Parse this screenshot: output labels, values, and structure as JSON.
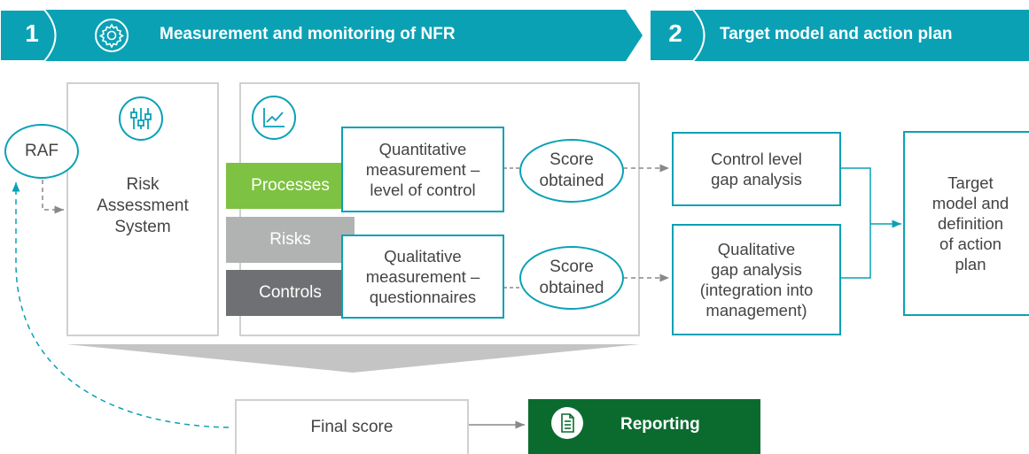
{
  "colors": {
    "teal": "#0aa1b5",
    "green": "#7dc242",
    "dark_green": "#0b6b2f",
    "grey_risks": "#b1b3b3",
    "grey_controls": "#6f7073",
    "border_grey": "#d0d0d0",
    "text": "#444444"
  },
  "banner": {
    "step1_number": "1",
    "step1_title": "Measurement and monitoring of NFR",
    "step1_icon": "gear-icon",
    "step2_number": "2",
    "step2_title": "Target model and action plan"
  },
  "raf": {
    "label": "RAF"
  },
  "risk_system": {
    "label": "Risk\nAssessment\nSystem",
    "icon": "sliders-icon"
  },
  "measurement_panel": {
    "icon": "line-chart-icon"
  },
  "tags": {
    "processes": "Processes",
    "risks": "Risks",
    "controls": "Controls"
  },
  "quantitative": {
    "label": "Quantitative\nmeasurement –\nlevel of control"
  },
  "qualitative": {
    "label": "Qualitative\nmeasurement –\nquestionnaires"
  },
  "score1": {
    "label": "Score\nobtained"
  },
  "score2": {
    "label": "Score\nobtained"
  },
  "control_gap": {
    "label": "Control level\ngap analysis"
  },
  "qualitative_gap": {
    "label": "Qualitative\ngap analysis\n(integration into\nmanagement)"
  },
  "target": {
    "label": "Target\nmodel and\ndefinition\nof action\nplan"
  },
  "final_score": {
    "label": "Final score"
  },
  "reporting": {
    "label": "Reporting",
    "icon": "document-icon"
  }
}
